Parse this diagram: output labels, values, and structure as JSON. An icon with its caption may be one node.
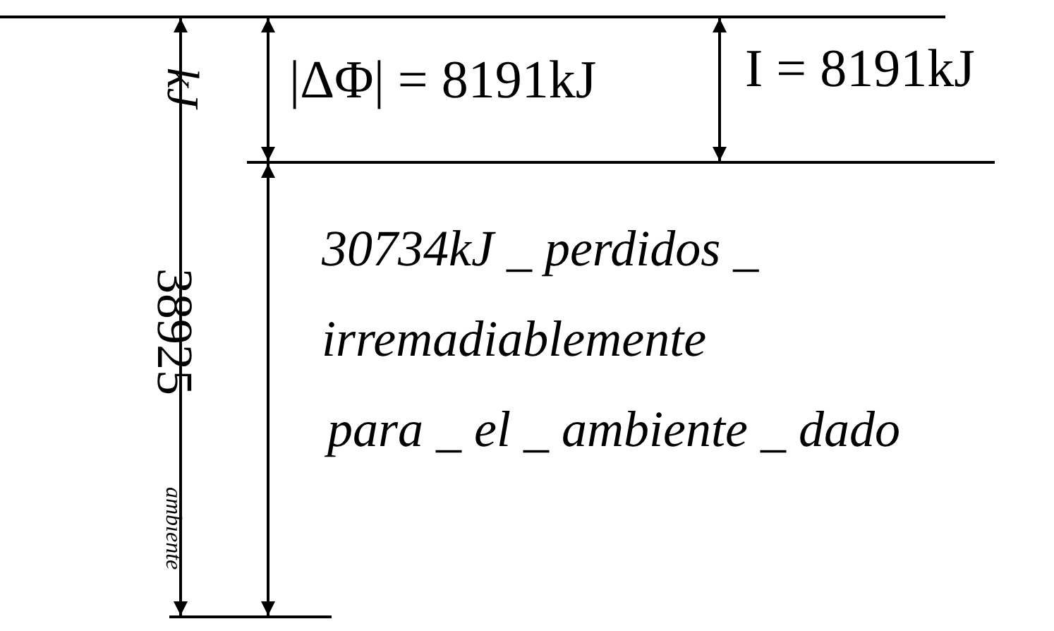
{
  "diagram": {
    "labels": [
      "kJ",
      "38925",
      "ambiente",
      "|ΔΦ| = 8191kJ",
      "I = 8191kJ",
      "30734kJ _ perdidos _",
      "irremadiablemente",
      "para _ el _ ambiente _ dado"
    ]
  }
}
